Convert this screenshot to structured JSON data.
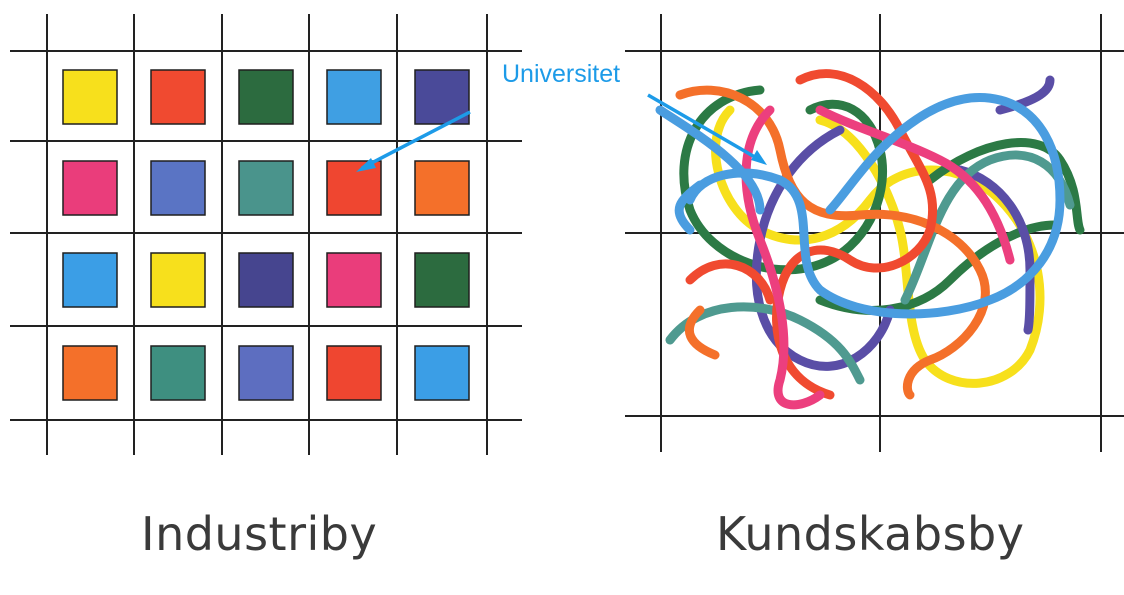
{
  "diagram": {
    "left_panel": {
      "caption": "Industriby",
      "grid_colors": [
        [
          "#f7e01c",
          "#f04a30",
          "#2c6b3f",
          "#3f9fe3",
          "#4a4a99"
        ],
        [
          "#ea3d7b",
          "#5a74c4",
          "#4a948c",
          "#ef4630",
          "#f4702a"
        ],
        [
          "#3b9ee6",
          "#f7e01c",
          "#46458f",
          "#ea3d7b",
          "#2c6b3f"
        ],
        [
          "#f4702a",
          "#3e8f80",
          "#5d6ec0",
          "#ef4630",
          "#3b9ee6"
        ]
      ]
    },
    "right_panel": {
      "caption": "Kundskabsby",
      "strand_colors": [
        "#f7e01c",
        "#2c7a45",
        "#5a4ea6",
        "#4f9a90",
        "#f4702a",
        "#f04a30",
        "#ec3f7e",
        "#4a9de0"
      ]
    },
    "annotation": {
      "label": "Universitet",
      "color": "#1d9be8"
    }
  }
}
